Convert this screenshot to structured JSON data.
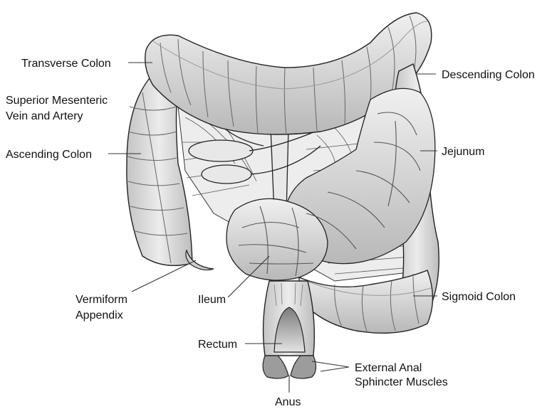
{
  "diagram": {
    "labels": {
      "transverse_colon": "Transverse Colon",
      "descending_colon": "Descending Colon",
      "sup_mesenteric_1": "Superior Mesenteric",
      "sup_mesenteric_2": "Vein and Artery",
      "ascending_colon": "Ascending Colon",
      "jejunum": "Jejunum",
      "vermiform_1": "Vermiform",
      "vermiform_2": "Appendix",
      "ileum": "Ileum",
      "sigmoid_colon": "Sigmoid Colon",
      "rectum": "Rectum",
      "external_anal_1": "External Anal",
      "external_anal_2": "Sphincter Muscles",
      "anus": "Anus"
    },
    "colors": {
      "organ_fill": "#dcdcdc",
      "organ_shadow": "#a9a9a9",
      "outline": "#222222",
      "leader_line": "#333333"
    }
  }
}
